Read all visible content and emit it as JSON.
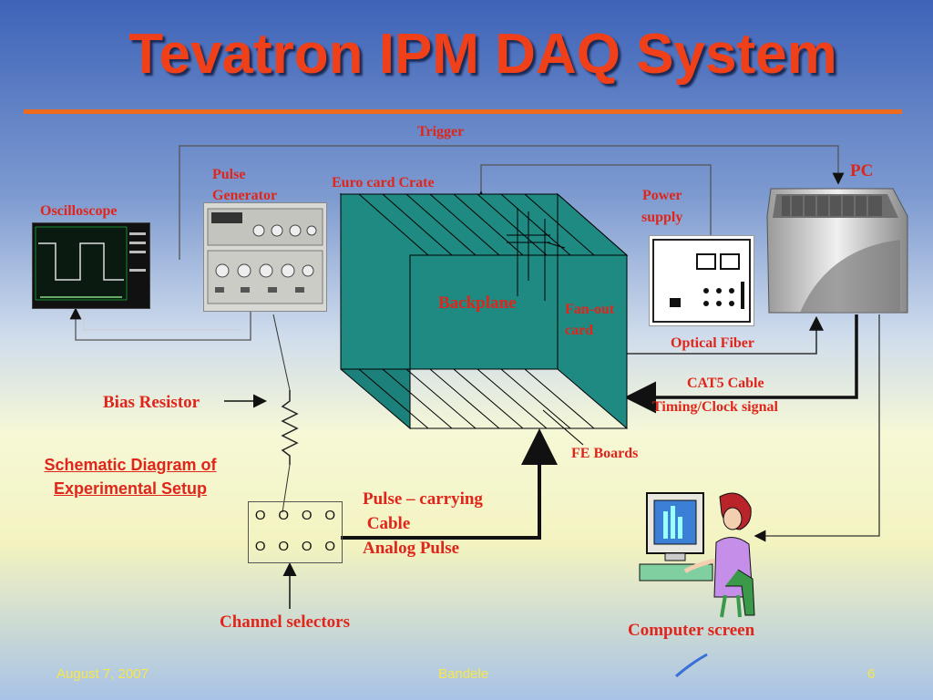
{
  "title": "Tevatron IPM DAQ System",
  "labels": {
    "trigger": "Trigger",
    "pulse_generator": [
      "Pulse",
      "Generator"
    ],
    "euro_card_crate": "Euro card Crate",
    "oscilloscope": "Oscilloscope",
    "power_supply": [
      "Power",
      "supply"
    ],
    "pc": "PC",
    "backplane": "Backplane",
    "fan_out_card": [
      "Fan-out",
      "card"
    ],
    "optical_fiber": "Optical Fiber",
    "cat5_cable": "CAT5 Cable",
    "timing_clock": "Timing/Clock signal",
    "bias_resistor": "Bias Resistor",
    "fe_boards": "FE Boards",
    "pulse_carrying": [
      "Pulse – carrying",
      " Cable",
      "Analog Pulse"
    ],
    "channel_selectors": "Channel selectors",
    "computer_screen": "Computer screen"
  },
  "schematic_caption": [
    "Schematic Diagram of",
    "Experimental Setup"
  ],
  "channel_selector_marks": [
    "O",
    "O",
    "O",
    "O",
    "O",
    "O",
    "O",
    "O"
  ],
  "footer": {
    "date": "August 7, 2007",
    "author": "Bandele",
    "page": "6"
  },
  "colors": {
    "title": "#f0401a",
    "label": "#e0251b",
    "crate": "#1e8a82",
    "rule": "#ee6a1c",
    "footer": "#f7e74a"
  },
  "icons": [
    "oscilloscope-image",
    "pulse-generator-image",
    "power-supply-image",
    "pc-image",
    "computer-user-image"
  ]
}
